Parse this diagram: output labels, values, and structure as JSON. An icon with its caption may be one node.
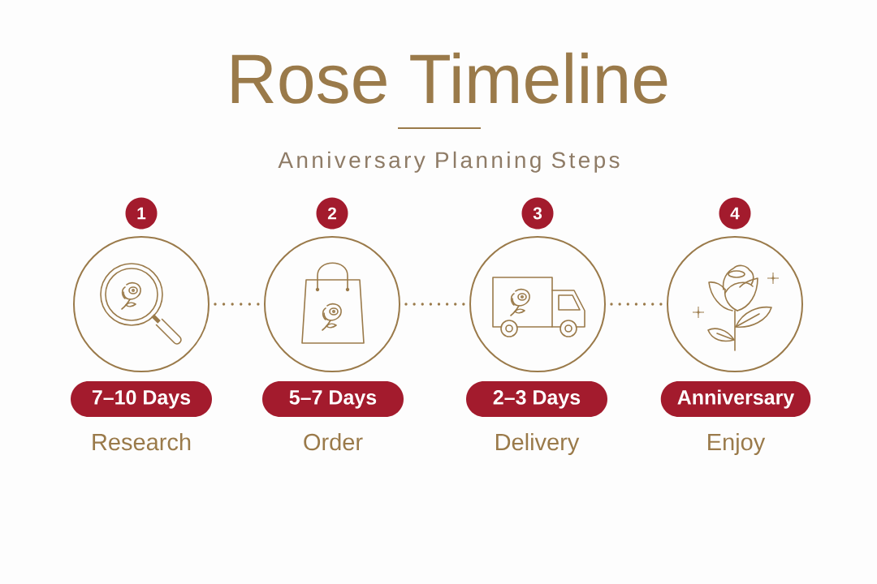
{
  "diagram": {
    "title": "Rose Timeline",
    "nodes": [
      {
        "text": [
          "1"
        ]
      },
      {
        "text": [
          "2"
        ]
      },
      {
        "text": [
          "3"
        ]
      },
      {
        "text": [
          "4"
        ]
      },
      {
        "text": [],
        "shape": "circle"
      },
      {
        "text": [],
        "shape": "circle"
      },
      {
        "text": [],
        "shape": "circle"
      },
      {
        "text": [],
        "shape": "circle"
      },
      {
        "text": [
          "7–10 Days"
        ],
        "beside": [
          "Research"
        ]
      },
      {
        "text": [
          "5–7 Days"
        ],
        "beside": [
          "Order"
        ]
      },
      {
        "text": [
          "2–3 Days"
        ],
        "beside": [
          "Delivery"
        ]
      },
      {
        "text": [
          "Anniversary"
        ],
        "beside": [
          "Enjoy"
        ]
      }
    ],
    "edges": [
      {
        "from": 4,
        "to": 5,
        "arrow": "none"
      },
      {
        "from": 5,
        "to": 6,
        "arrow": "none"
      },
      {
        "from": 6,
        "to": 7,
        "arrow": "none"
      }
    ],
    "labels": [
      "Anniversary Planning Steps"
    ]
  }
}
